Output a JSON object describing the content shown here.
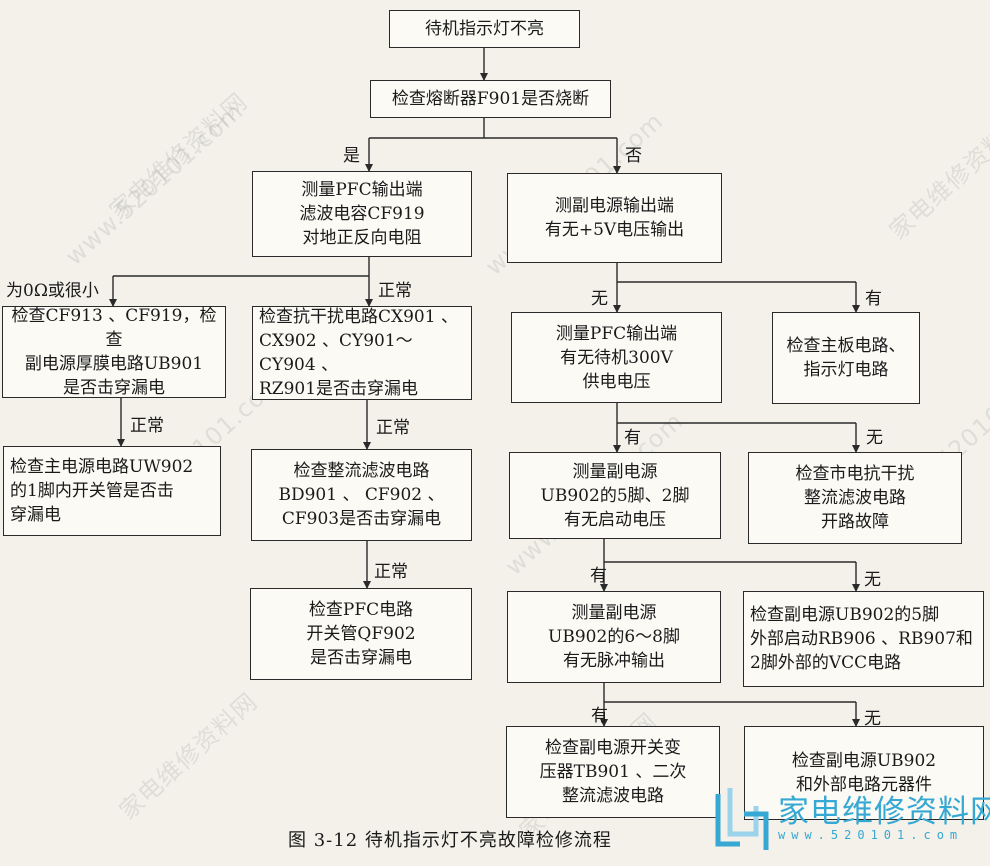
{
  "nodes": {
    "n1": "待机指示灯不亮",
    "n2": "检查熔断器F901是否烧断",
    "n3": "测量PFC输出端\n滤波电容CF919\n对地正反向电阻",
    "n4": "测副电源输出端\n有无+5V电压输出",
    "n5": "检查CF913 、CF919，检查\n副电源厚膜电路UB901\n是否击穿漏电",
    "n6": "检查抗干扰电路CX901 、\nCX902 、CY901～CY904 、\nRZ901是否击穿漏电",
    "n7": "测量PFC输出端\n有无待机300V\n供电电压",
    "n8": "检查主板电路、\n指示灯电路",
    "n9": "检查主电源电路UW902\n的1脚内开关管是否击\n穿漏电",
    "n10": "检查整流滤波电路\nBD901 、 CF902 、\nCF903是否击穿漏电",
    "n11": "测量副电源\nUB902的5脚、2脚\n有无启动电压",
    "n12": "检查市电抗干扰\n整流滤波电路\n开路故障",
    "n13": "检查PFC电路\n开关管QF902\n是否击穿漏电",
    "n14": "测量副电源\nUB902的6～8脚\n有无脉冲输出",
    "n15": "检查副电源UB902的5脚\n外部启动RB906 、RB907和\n2脚外部的VCC电路",
    "n16": "检查副电源开关变\n压器TB901 、二次\n整流滤波电路",
    "n17": "检查副电源UB902\n和外部电路元器件"
  },
  "labels": {
    "yes1": "是",
    "no1": "否",
    "zero": "为0Ω或很小",
    "normal1": "正常",
    "no5v": "无",
    "has5v": "有",
    "normal2": "正常",
    "normal3": "正常",
    "has300": "有",
    "no300": "无",
    "normal4": "正常",
    "hasStart": "有",
    "noStart": "无",
    "hasPulse": "有",
    "noPulse": "无"
  },
  "caption": "图 3-12   待机指示灯不亮故障检修流程",
  "watermark": "www.520101.com",
  "watermark2": "家电维修资料网",
  "brand": {
    "name": "家电维修资料网",
    "url": "www.520101.com",
    "color": "#35a8d3"
  }
}
